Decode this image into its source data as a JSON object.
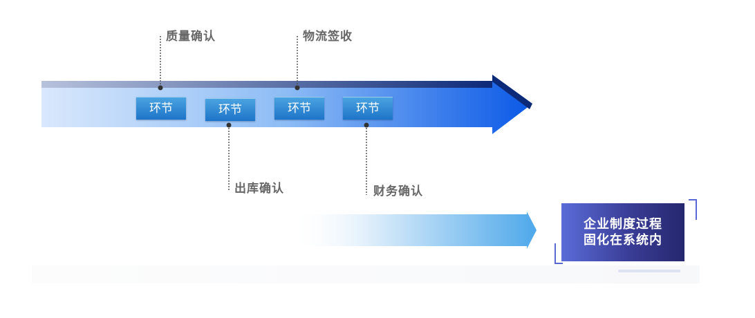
{
  "flow": {
    "steps": [
      {
        "label": "环节"
      },
      {
        "label": "环节"
      },
      {
        "label": "环节"
      },
      {
        "label": "环节"
      }
    ],
    "callouts_above": [
      "质量确认",
      "物流签收"
    ],
    "callouts_below": [
      "出库确认",
      "财务确认"
    ]
  },
  "result": {
    "line1": "企业制度过程",
    "line2": "固化在系统内"
  },
  "colors": {
    "arrow_light": "#d6e6fb",
    "arrow_dark": "#0b5be8",
    "band_top": "#a9b7d6",
    "band_dark": "#0d2a78",
    "step_box": "#2a82cf",
    "result_box": "#3a3d96",
    "callout_text": "#666666"
  },
  "icons": [
    "dot-marker-icon",
    "right-arrow-icon"
  ]
}
